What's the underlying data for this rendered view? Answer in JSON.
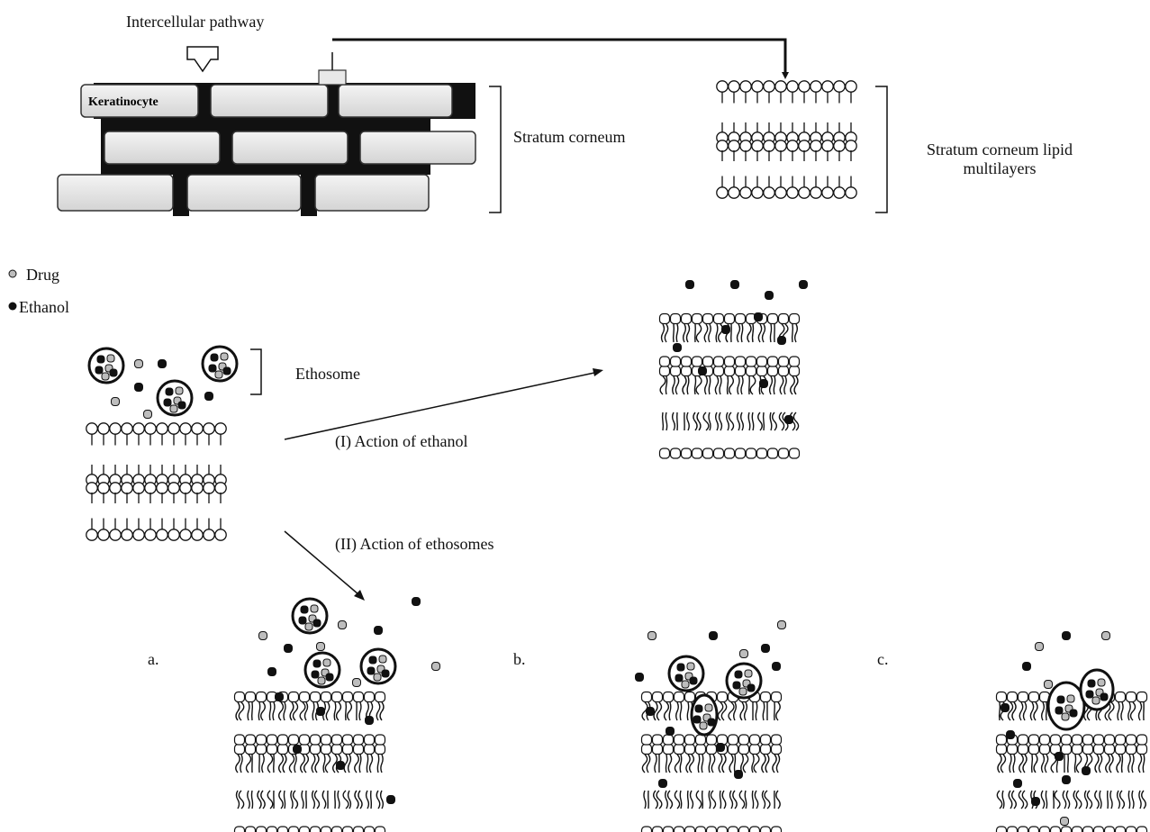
{
  "labels": {
    "intercellular_pathway": "Intercellular pathway",
    "keratinocyte": "Keratinocyte",
    "stratum_corneum": "Stratum corneum",
    "lipid_multilayers_line1": "Stratum corneum lipid",
    "lipid_multilayers_line2": "multilayers",
    "ethosome": "Ethosome",
    "action_ethanol": "(I) Action of ethanol",
    "action_ethosomes": "(II) Action of ethosomes",
    "panel_a": "a.",
    "panel_b": "b.",
    "panel_c": "c."
  },
  "legend": [
    {
      "label": "Drug",
      "marker": "light-gray-dot"
    },
    {
      "label": "Ethanol",
      "marker": "black-dot"
    }
  ],
  "colors": {
    "drug": "#bdbdbd",
    "ethanol": "#111111",
    "cell_fill": "#e6e6e6",
    "lipid_matrix": "#111111"
  }
}
